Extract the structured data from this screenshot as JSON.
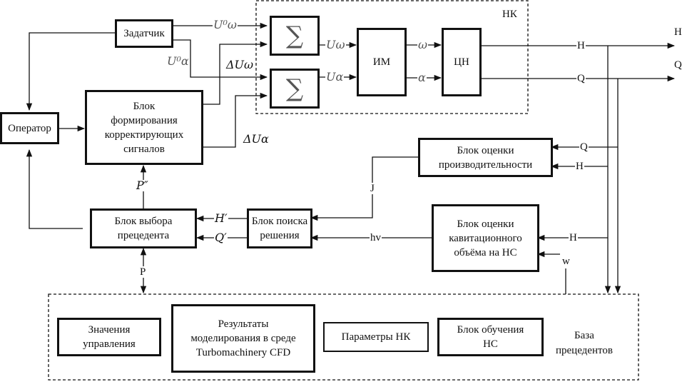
{
  "diagram": {
    "nk_region_label": "НК",
    "case_base_label": "База\nпрецедентов",
    "blocks": {
      "zadatchik": "Задатчик",
      "operator": "Оператор",
      "correction": "Блок\nформирования\nкорректирующих\nсигналов",
      "sum1": "∑",
      "sum2": "∑",
      "im": "ИМ",
      "cn": "ЦН",
      "productivity": "Блок оценки\nпроизводительности",
      "cavitation": "Блок оценки\nкавитационного\nобъёма на НС",
      "search": "Блок поиска\nрешения",
      "precedent": "Блок выбора\nпрецедента",
      "control_values": "Значения\nуправления",
      "cfd_results": "Результаты\nмоделирования в среде\nTurbomachinery CFD",
      "nk_params": "Параметры НК",
      "ns_training": "Блок обучения\nНС"
    },
    "signals": {
      "u_omega0": "U⁰ω",
      "u_alpha0": "U⁰α",
      "du_omega": "ΔUω",
      "du_alpha": "ΔUα",
      "u_omega": "Uω",
      "u_alpha": "Uα",
      "omega": "ω",
      "alpha": "α",
      "h_out_line": "H",
      "q_out_line": "Q",
      "h_out": "H",
      "q_out": "Q",
      "q_prod": "Q",
      "h_prod": "H",
      "h_cav": "H",
      "w": "w",
      "j": "J",
      "hv": "hv",
      "h_prime": "H′",
      "q_prime": "Q′",
      "p_double_prime": "P″",
      "p": "P"
    }
  }
}
